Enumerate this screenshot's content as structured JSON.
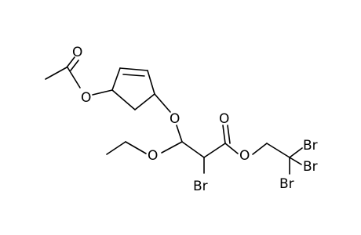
{
  "structure": {
    "atoms": {
      "carbonyl_o_acetyl": "O",
      "ester_o_acetyl": "O",
      "ether_o_ring": "O",
      "ethoxy_o": "O",
      "carbonyl_o_ester": "O",
      "ester_o": "O",
      "br_alpha": "Br",
      "br_top": "Br",
      "br_mid": "Br",
      "br_bottom": "Br"
    }
  }
}
